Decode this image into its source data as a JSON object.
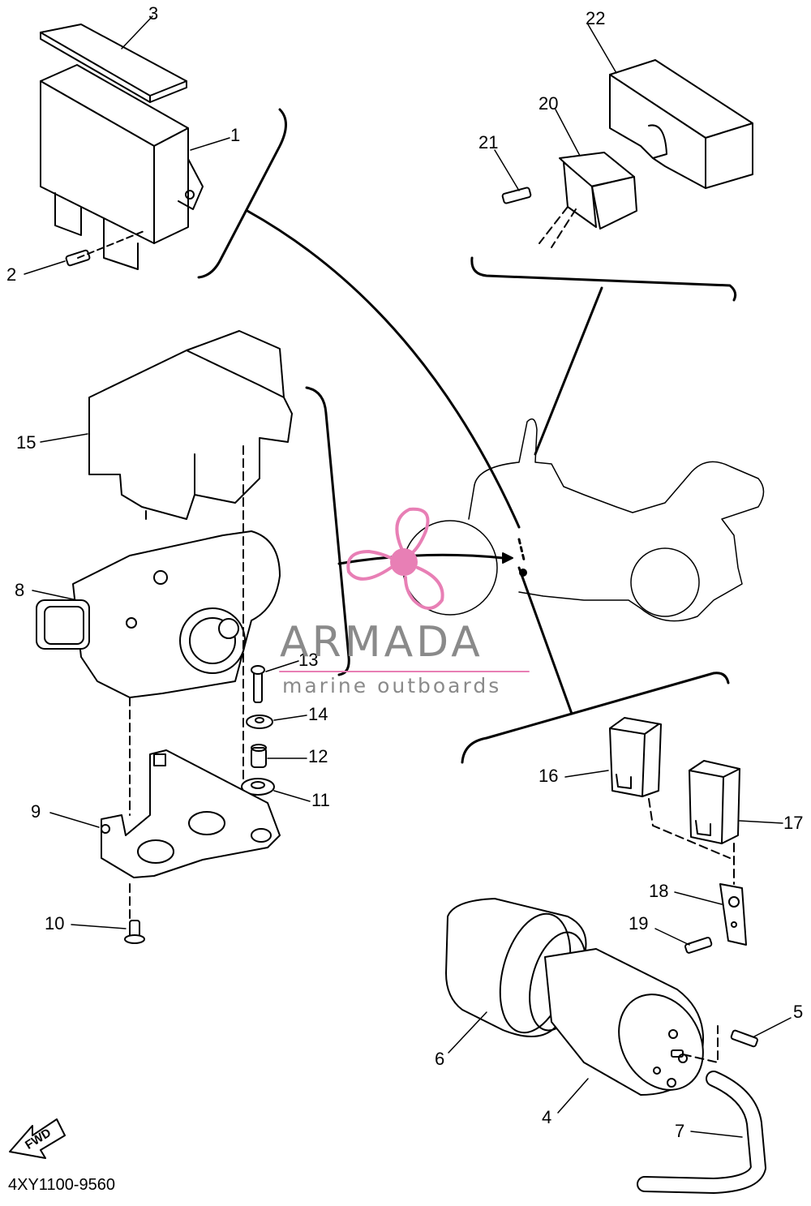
{
  "diagram": {
    "code": "4XY1100-9560",
    "fwd_label": "FWD",
    "callouts": [
      "1",
      "2",
      "3",
      "4",
      "5",
      "6",
      "7",
      "8",
      "9",
      "10",
      "11",
      "12",
      "13",
      "14",
      "15",
      "16",
      "17",
      "18",
      "19",
      "20",
      "21",
      "22"
    ]
  },
  "watermark": {
    "title": "ARMADA",
    "subtitle": "marine outboards",
    "logo_color": "#e87fb5",
    "text_color": "#8a8a8a"
  }
}
